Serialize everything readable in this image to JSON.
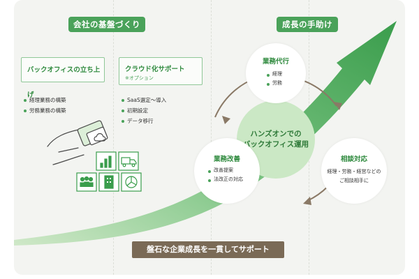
{
  "left_section": {
    "heading": "会社の基盤づくり",
    "backoffice": {
      "title": "バックオフィスの立ち上げ",
      "items": [
        "経理業務の構築",
        "労務業務の構築"
      ]
    },
    "cloud": {
      "title": "クラウド化サポート",
      "note": "※オプション",
      "items": [
        "SaaS選定〜導入",
        "初期設定",
        "データ移行"
      ]
    }
  },
  "right_section": {
    "heading": "成長の手助け",
    "center_label_line1": "ハンズオンでの",
    "center_label_line2": "バックオフィス運用",
    "agency": {
      "title": "業務代行",
      "items": [
        "経理",
        "労務"
      ]
    },
    "consulting": {
      "title": "相談対応",
      "line1": "経理・労務・経営などの",
      "line2": "ご相談相手に"
    },
    "improvement": {
      "title": "業務改善",
      "items": [
        "改善提案",
        "法改正の対応"
      ]
    }
  },
  "footer_band": "盤石な企業成長を一貫してサポート",
  "colors": {
    "green": "#4aa25a",
    "light_green": "#cbe8c5",
    "brown": "#7a6a56",
    "background": "#f3f4f1"
  },
  "icons": [
    "hand-card-icon",
    "bar-chart-icon",
    "truck-icon",
    "people-icon",
    "building-icon",
    "pie-chart-icon"
  ]
}
